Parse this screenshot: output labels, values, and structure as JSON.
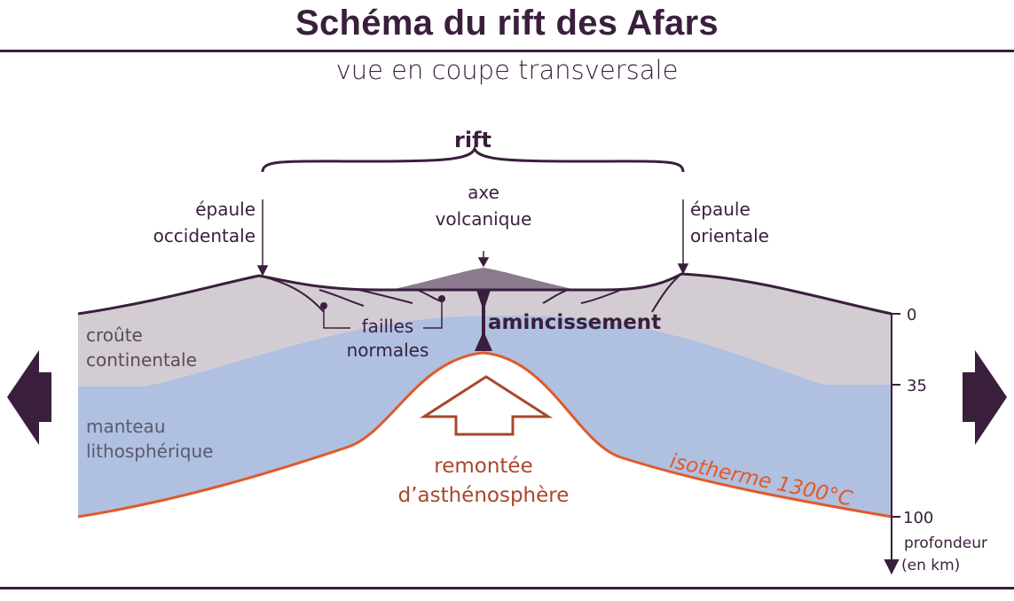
{
  "title": "Schéma du rift des Afars",
  "subtitle": "vue en coupe transversale",
  "labels": {
    "rift": "rift",
    "axe_line1": "axe",
    "axe_line2": "volcanique",
    "epaule_occ_line1": "épaule",
    "epaule_occ_line2": "occidentale",
    "epaule_or_line1": "épaule",
    "epaule_or_line2": "orientale",
    "failles_line1": "failles",
    "failles_line2": "normales",
    "amincissement": "amincissement",
    "croute_line1": "croûte",
    "croute_line2": "continentale",
    "manteau_line1": "manteau",
    "manteau_line2": "lithosphérique",
    "remontee_line1": "remontée",
    "remontee_line2": "d’asthénosphère",
    "isotherme": "isotherme 1300°C"
  },
  "depth_axis": {
    "ticks": [
      "0",
      "35",
      "100"
    ],
    "label_line1": "profondeur",
    "label_line2": "(en km)"
  },
  "colors": {
    "dark": "#3a1f3d",
    "crust": "#d3ccd3",
    "mantle": "#b0c0e0",
    "isotherm": "#e05a2a",
    "upwelling": "#a8472c"
  }
}
